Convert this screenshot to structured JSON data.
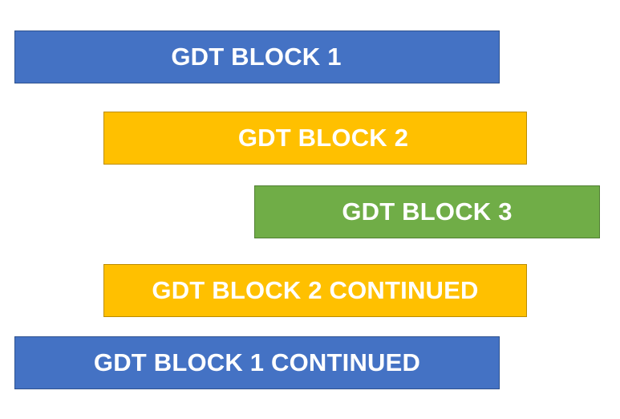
{
  "blocks": [
    {
      "label": "GDT BLOCK 1",
      "color": "#4472c4"
    },
    {
      "label": "GDT BLOCK 2",
      "color": "#ffc000"
    },
    {
      "label": "GDT BLOCK 3",
      "color": "#70ad47"
    },
    {
      "label": "GDT BLOCK 2 CONTINUED",
      "color": "#ffc000"
    },
    {
      "label": "GDT BLOCK 1 CONTINUED",
      "color": "#4472c4"
    }
  ]
}
